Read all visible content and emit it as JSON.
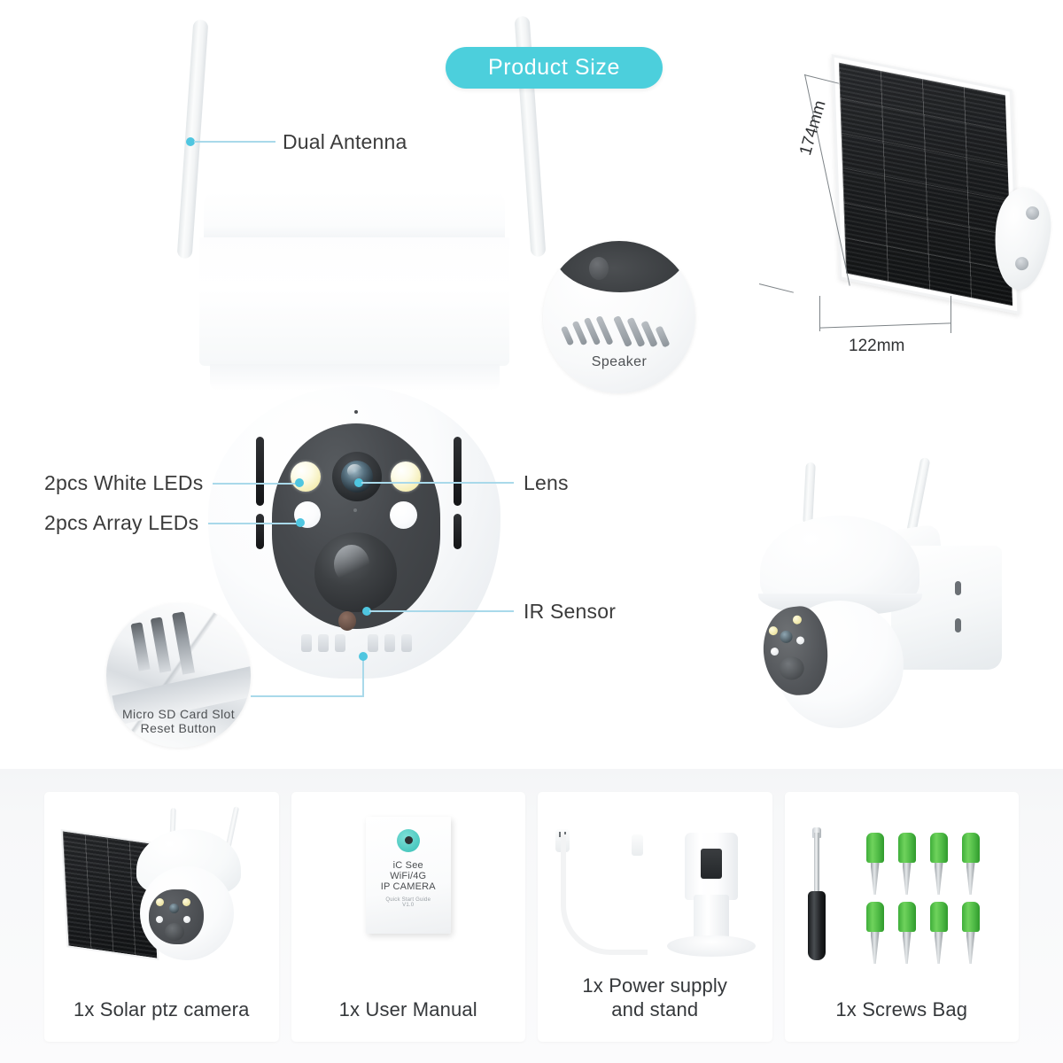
{
  "badge": {
    "label": "Product Size"
  },
  "callouts": {
    "dual_antenna": "Dual Antenna",
    "white_leds": "2pcs White LEDs",
    "array_leds": "2pcs Array LEDs",
    "lens": "Lens",
    "ir_sensor": "IR Sensor",
    "speaker": "Speaker",
    "sd_slot_line1": "Micro SD Card Slot",
    "sd_slot_line2": "Reset Button"
  },
  "solar_panel": {
    "height_label": "174mm",
    "width_label": "122mm"
  },
  "manual_cover": {
    "line1": "iC See",
    "line2": "WiFi/4G",
    "line3": "IP CAMERA",
    "sub1": "Quick Start Guide",
    "sub2": "V1.0"
  },
  "accessories": [
    {
      "label": "1x Solar ptz camera",
      "art": "solar-camera"
    },
    {
      "label": "1x User Manual",
      "art": "user-manual"
    },
    {
      "label": "1x Power supply\nand stand",
      "label_line1": "1x Power supply",
      "label_line2": "and stand",
      "art": "power-supply"
    },
    {
      "label": "1x Screws Bag",
      "art": "screws-bag"
    }
  ],
  "colors": {
    "accent_teal": "#4ccfdc",
    "lead_line": "#a9d9ea",
    "dot": "#4fc6e0",
    "text": "#3b3b3b",
    "panel_dark": "#1c1e20",
    "anchor_green": "#4db844"
  }
}
